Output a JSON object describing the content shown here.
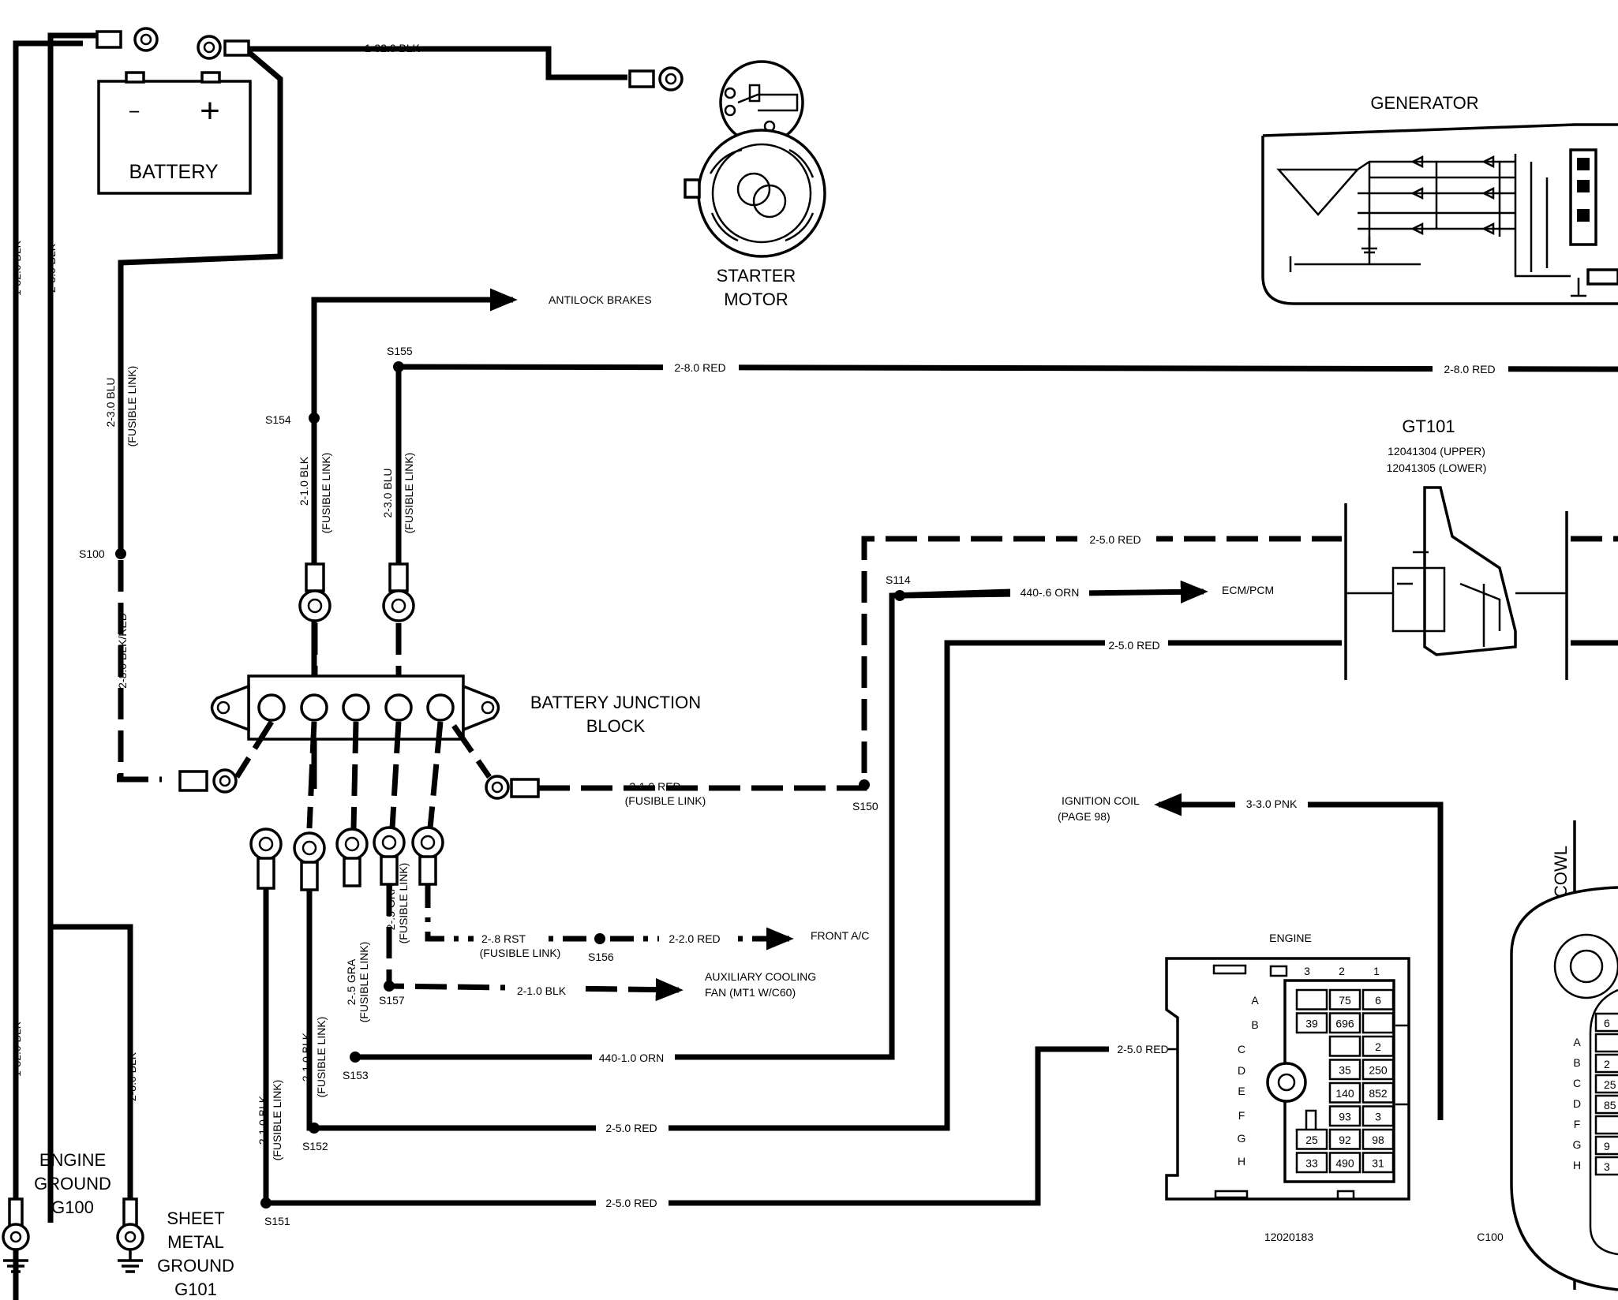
{
  "components": {
    "battery": "BATTERY",
    "battery_minus": "−",
    "battery_plus": "+",
    "starter": [
      "STARTER",
      "MOTOR"
    ],
    "generator": "GENERATOR",
    "junction_block": [
      "BATTERY JUNCTION",
      "BLOCK"
    ],
    "engine_ground": [
      "ENGINE",
      "GROUND",
      "G100"
    ],
    "sheet_metal_ground": [
      "SHEET",
      "METAL",
      "GROUND",
      "G101"
    ],
    "connector_gt101": {
      "title": "GT101",
      "upper": "12041304 (UPPER)",
      "lower": "12041305 (LOWER)"
    },
    "c100": {
      "engine_label": "ENGINE",
      "part_number": "12020183",
      "id": "C100",
      "cowl_label": "COWL",
      "col_headers": [
        "3",
        "2",
        "1"
      ],
      "row_labels": [
        "A",
        "B",
        "C",
        "D",
        "E",
        "F",
        "G",
        "H"
      ],
      "cells": [
        [
          "",
          "75",
          "6"
        ],
        [
          "39",
          "696",
          ""
        ],
        [
          "",
          "",
          "2"
        ],
        [
          "",
          "35",
          "250"
        ],
        [
          "",
          "140",
          "852"
        ],
        [
          "",
          "93",
          "3"
        ],
        [
          "25",
          "92",
          "98"
        ],
        [
          "33",
          "490",
          "31"
        ]
      ],
      "cowl_rows": [
        "A",
        "B",
        "C",
        "D",
        "F",
        "G",
        "H"
      ],
      "cowl_cells": [
        "6",
        "",
        "2",
        "25",
        "85",
        "",
        "9",
        "3"
      ]
    }
  },
  "destinations": {
    "antilock": "ANTILOCK BRAKES",
    "ecm": "ECM/PCM",
    "ignition": [
      "IGNITION COIL",
      "(PAGE 98)"
    ],
    "front_ac": "FRONT A/C",
    "aux_fan": [
      "AUXILIARY COOLING",
      "FAN (MT1 W/C60)"
    ]
  },
  "wires": {
    "w_1_32_top": "1-32.0 BLK",
    "w_1_32_left_top": "1-32.0 BLK",
    "w_2_8_left_top": "2-8.0 BLK",
    "w_2_3_blu_link": [
      "2-3.0 BLU",
      "(FUSIBLE LINK)"
    ],
    "w_2_8_blk_red": "2-8.0 BLK/RED",
    "w_1_32_left_bot": "1-32.0 BLK",
    "w_2_8_left_bot": "2-8.0 BLK",
    "w_2_8_red_a": "2-8.0 RED",
    "w_2_8_red_b": "2-8.0 RED",
    "w_2_1_blk_link": [
      "2-1.0 BLK",
      "(FUSIBLE LINK)"
    ],
    "w_2_3_blu_link_b": [
      "2-3.0 BLU",
      "(FUSIBLE LINK)"
    ],
    "w_2_5_red_top": "2-5.0 RED",
    "w_440_6": "440-.6 ORN",
    "w_2_5_red_mid": "2-5.0 RED",
    "w_2_1_red_link": [
      "2-1.0 RED",
      "(FUSIBLE LINK)"
    ],
    "w_3_3_pnk": "3-3.0 PNK",
    "w_2_8_rst": [
      "2-.8 RST",
      "(FUSIBLE LINK)"
    ],
    "w_2_2_red": "2-2.0 RED",
    "w_2_5_gra": [
      "2-.5 GRA",
      "(FUSIBLE LINK)"
    ],
    "w_2_5_gra_b": [
      "2-.5 GRA",
      "(FUSIBLE LINK)"
    ],
    "w_2_1_blk": "2-1.0 BLK",
    "w_440_1": "440-1.0 ORN",
    "w_2_1_blk_link_b": [
      "2-1.0 BLK",
      "(FUSIBLE LINK)"
    ],
    "w_2_1_blk_link_c": [
      "2-1.0 BLK",
      "(FUSIBLE LINK)"
    ],
    "w_2_5_red_c100": "2-5.0 RED",
    "w_2_5_red_s152": "2-5.0 RED",
    "w_2_5_red_s151": "2-5.0 RED"
  },
  "splices": {
    "s100": "S100",
    "s114": "S114",
    "s150": "S150",
    "s151": "S151",
    "s152": "S152",
    "s153": "S153",
    "s154": "S154",
    "s155": "S155",
    "s156": "S156",
    "s157": "S157"
  }
}
